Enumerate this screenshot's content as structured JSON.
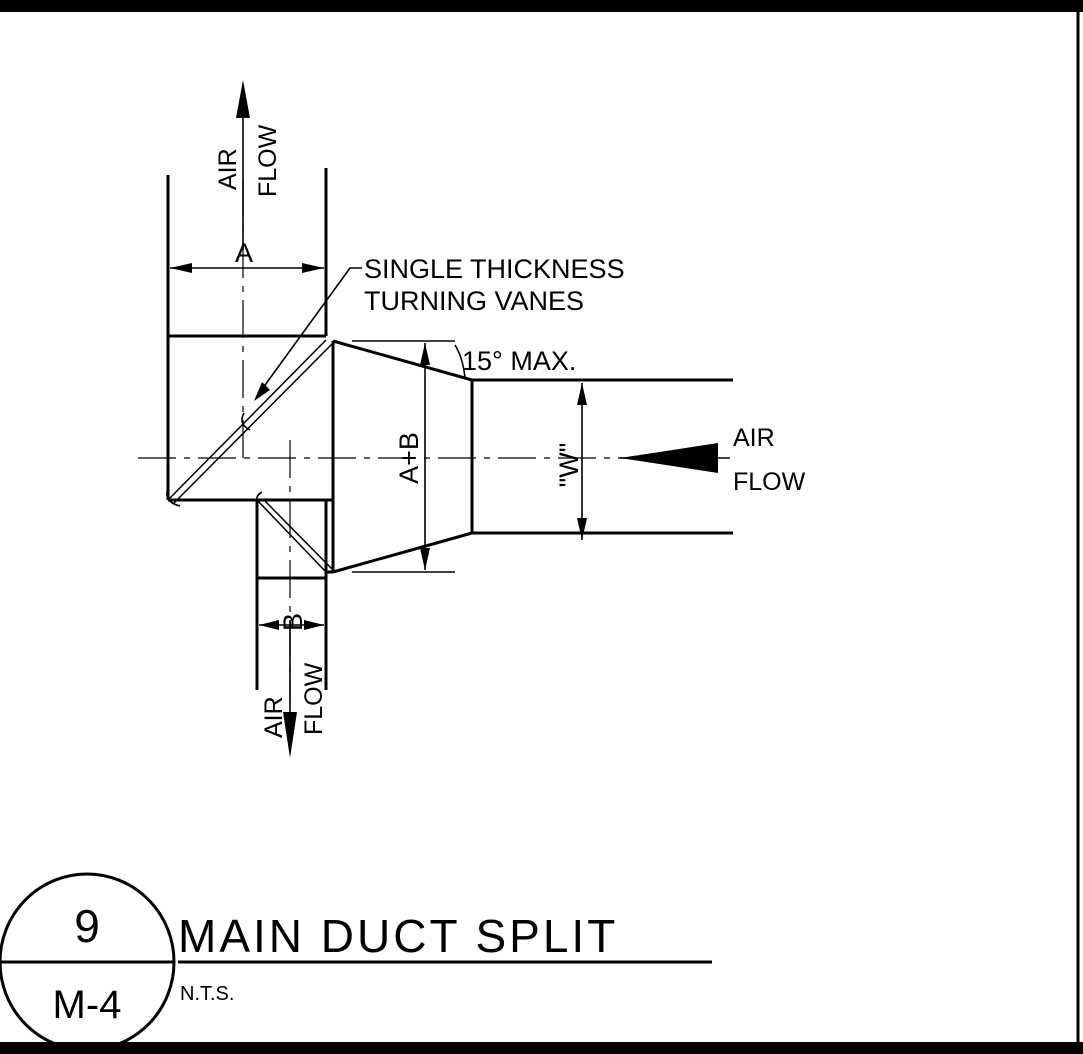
{
  "title": "MAIN DUCT SPLIT",
  "scale_note": "N.T.S.",
  "detail_bubble": {
    "number": "9",
    "sheet": "M-4"
  },
  "labels": {
    "air": "AIR",
    "flow": "FLOW",
    "dim_a": "A",
    "dim_b": "B",
    "dim_a_plus_b": "A+B",
    "dim_w": "\"W\"",
    "vanes_line1": "SINGLE THICKNESS",
    "vanes_line2": "TURNING VANES",
    "angle_note": "15° MAX."
  }
}
